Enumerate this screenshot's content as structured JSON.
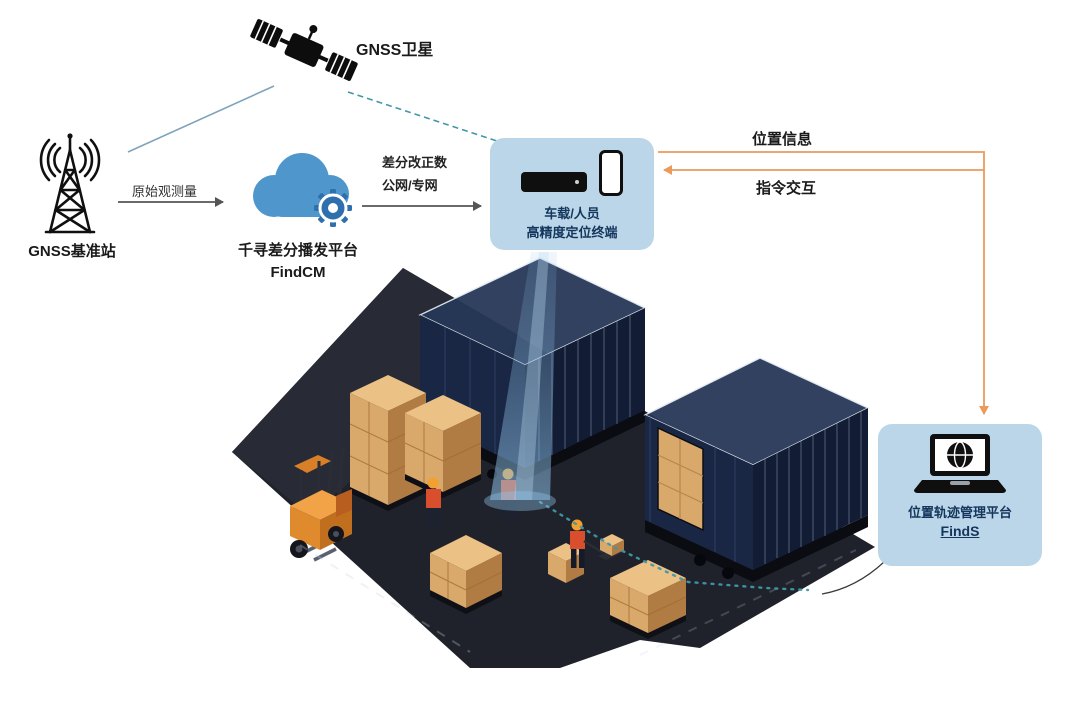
{
  "diagram": {
    "satellite": {
      "label": "GNSS卫星",
      "icon": "satellite-icon"
    },
    "base_station": {
      "label": "GNSS基准站",
      "icon": "radio-tower-icon"
    },
    "cloud_platform": {
      "name": "千寻差分播发平台",
      "product": "FindCM",
      "icon": "cloud-gear-icon"
    },
    "terminal": {
      "line1": "车载/人员",
      "line2": "高精度定位终端",
      "icons": [
        "vehicle-terminal-icon",
        "smartphone-icon"
      ]
    },
    "management_platform": {
      "name": "位置轨迹管理平台",
      "product": "FindS",
      "icon": "laptop-globe-icon"
    },
    "links": {
      "raw_observation": "原始观测量",
      "corrections_line1": "差分改正数",
      "corrections_line2": "公网/专网",
      "position_info": "位置信息",
      "command_interaction": "指令交互"
    }
  },
  "colors": {
    "panel-bg": "#BBD6E9",
    "panel-text": "#14365C",
    "orange-arrow": "#EA9A5A",
    "teal-dash": "#3F98A8",
    "steel-line": "#7FA3BD",
    "gray-arrow": "#555555",
    "cloud-blue": "#4E96CC",
    "gear-blue": "#2F6FAE",
    "container-navy": "#1A2744",
    "floor-dark": "#20222B",
    "crate-tan": "#D9A86B",
    "forklift-orange": "#E08A2E",
    "beam-blue": "#8EC2EA"
  }
}
